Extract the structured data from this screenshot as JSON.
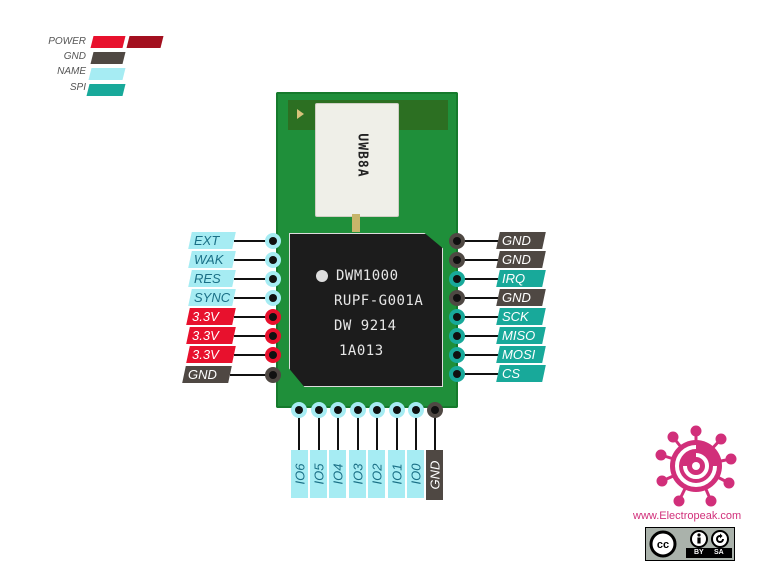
{
  "legend": {
    "items": [
      {
        "label": "POWER",
        "colors": [
          "#e8112d",
          "#a3101f"
        ]
      },
      {
        "label": "GND",
        "colors": [
          "#4f4843"
        ]
      },
      {
        "label": "NAME",
        "colors": [
          "#a6ecf3"
        ]
      },
      {
        "label": "SPI",
        "colors": [
          "#18a99a"
        ]
      }
    ]
  },
  "board": {
    "antenna_marking": "UWB8A",
    "module_text": [
      "DWM1000",
      "RUPF-G001A",
      "DW 9214",
      "1A013"
    ]
  },
  "pins": {
    "left": [
      {
        "label": "EXT",
        "type": "name"
      },
      {
        "label": "WAK",
        "type": "name"
      },
      {
        "label": "RES",
        "type": "name"
      },
      {
        "label": "SYNC",
        "type": "name"
      },
      {
        "label": "3.3V",
        "type": "power"
      },
      {
        "label": "3.3V",
        "type": "power"
      },
      {
        "label": "3.3V",
        "type": "power"
      },
      {
        "label": "GND",
        "type": "gnd"
      }
    ],
    "right": [
      {
        "label": "GND",
        "type": "gnd"
      },
      {
        "label": "GND",
        "type": "gnd"
      },
      {
        "label": "IRQ",
        "type": "spi"
      },
      {
        "label": "GND",
        "type": "gnd"
      },
      {
        "label": "SCK",
        "type": "spi"
      },
      {
        "label": "MISO",
        "type": "spi"
      },
      {
        "label": "MOSI",
        "type": "spi"
      },
      {
        "label": "CS",
        "type": "spi"
      }
    ],
    "bottom": [
      {
        "label": "IO6",
        "type": "name"
      },
      {
        "label": "IO5",
        "type": "name"
      },
      {
        "label": "IO4",
        "type": "name"
      },
      {
        "label": "IO3",
        "type": "name"
      },
      {
        "label": "IO2",
        "type": "name"
      },
      {
        "label": "IO1",
        "type": "name"
      },
      {
        "label": "IO0",
        "type": "name"
      },
      {
        "label": "GND",
        "type": "gnd"
      }
    ]
  },
  "colors": {
    "power": "#e8112d",
    "gnd": "#4f4843",
    "name": "#a6ecf3",
    "spi": "#18a99a",
    "pcb": "#1f8f3a",
    "brand": "#d12f7a"
  },
  "branding": {
    "url": "www.Electropeak.com",
    "license": {
      "cc": "cc",
      "by": "BY",
      "sa": "SA"
    }
  }
}
